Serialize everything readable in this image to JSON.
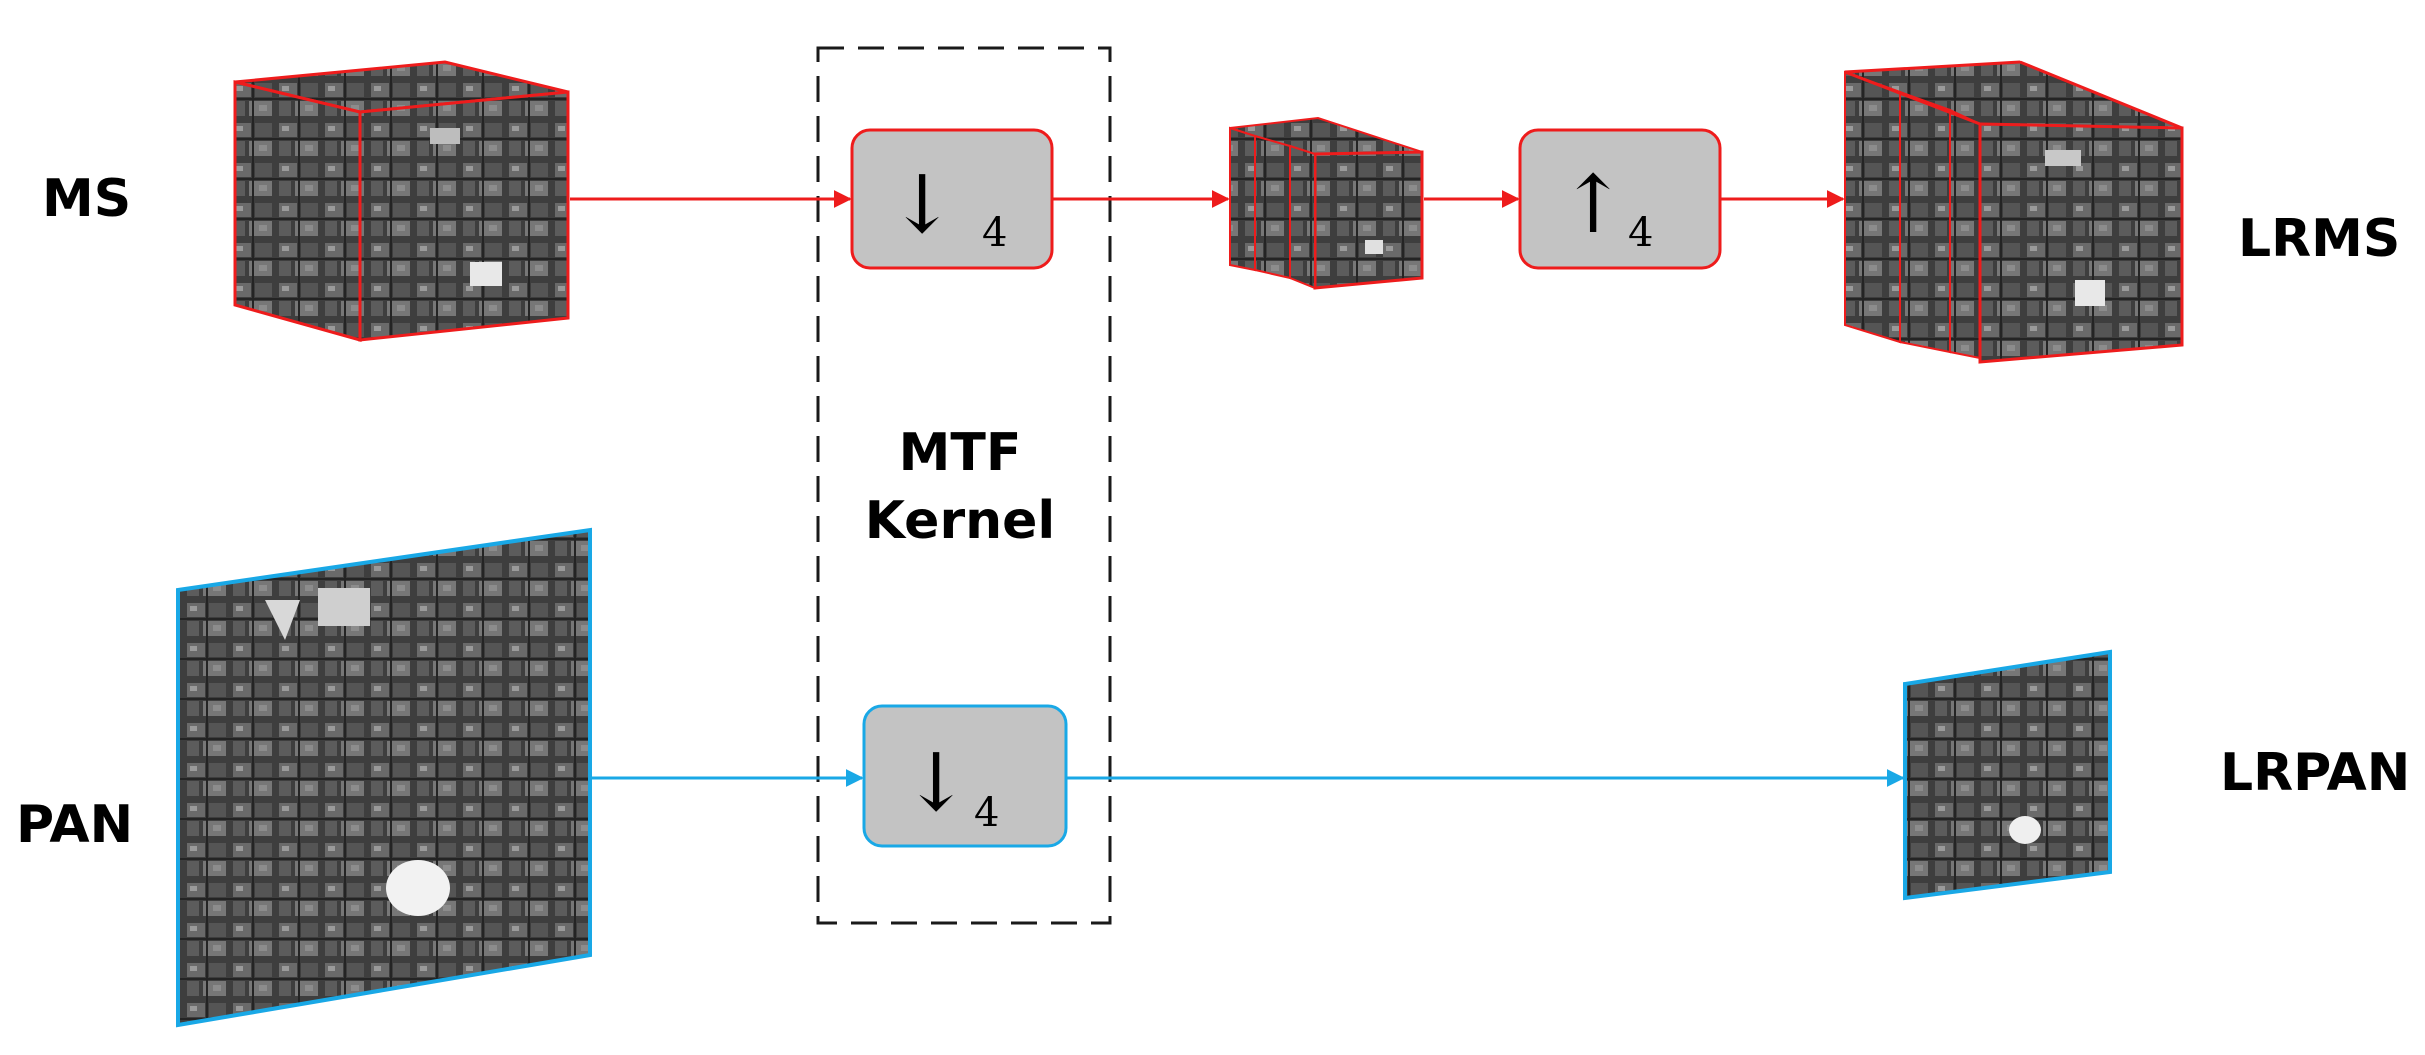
{
  "labels": {
    "ms": "MS",
    "pan": "PAN",
    "lrms": "LRMS",
    "lrpan": "LRPAN",
    "mtf_line1": "MTF",
    "mtf_line2": "Kernel"
  },
  "operators": {
    "down_ms": {
      "arrow": "↓",
      "factor": "4"
    },
    "up_ms": {
      "arrow": "↑",
      "factor": "4"
    },
    "down_pan": {
      "arrow": "↓",
      "factor": "4"
    }
  },
  "colors": {
    "ms_path": "#ee1c1c",
    "pan_path": "#19a8e6",
    "box_fill": "#c3c3c3",
    "dashed": "#1a1a1a"
  },
  "icons": {
    "ms": "multispectral-cube-icon",
    "lrms_small": "low-res-cube-icon",
    "lrms": "upsampled-cube-icon",
    "pan": "panchromatic-image-icon",
    "lrpan": "low-res-pan-image-icon"
  }
}
